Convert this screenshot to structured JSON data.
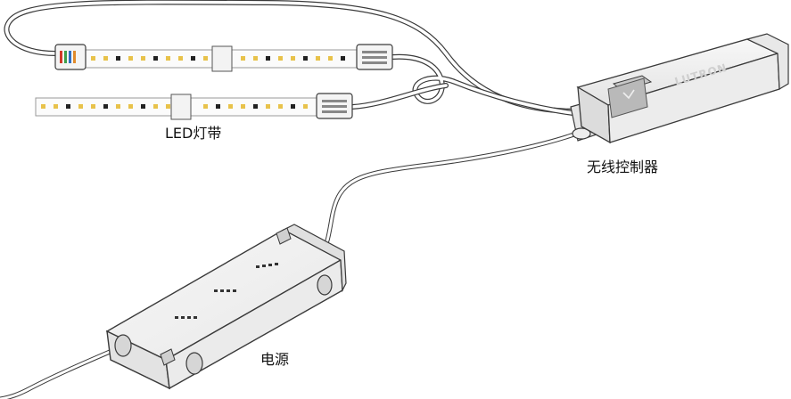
{
  "labels": {
    "led_strip": "LED灯带",
    "controller": "无线控制器",
    "power_supply": "电源"
  },
  "controller": {
    "brand_text": "LUTRON"
  },
  "colors": {
    "outline": "#3a3a3a",
    "housing_light": "#f1f1f1",
    "housing_shade": "#d9d9d9",
    "cable": "#ffffff",
    "strip": "#fbfbfb",
    "led_yellow": "#e8c24a",
    "led_dark": "#222222",
    "connector_red": "#d23a2a",
    "connector_blue": "#2f6ec2",
    "connector_green": "#3e9e4a",
    "connector_orange": "#e08a2a"
  }
}
